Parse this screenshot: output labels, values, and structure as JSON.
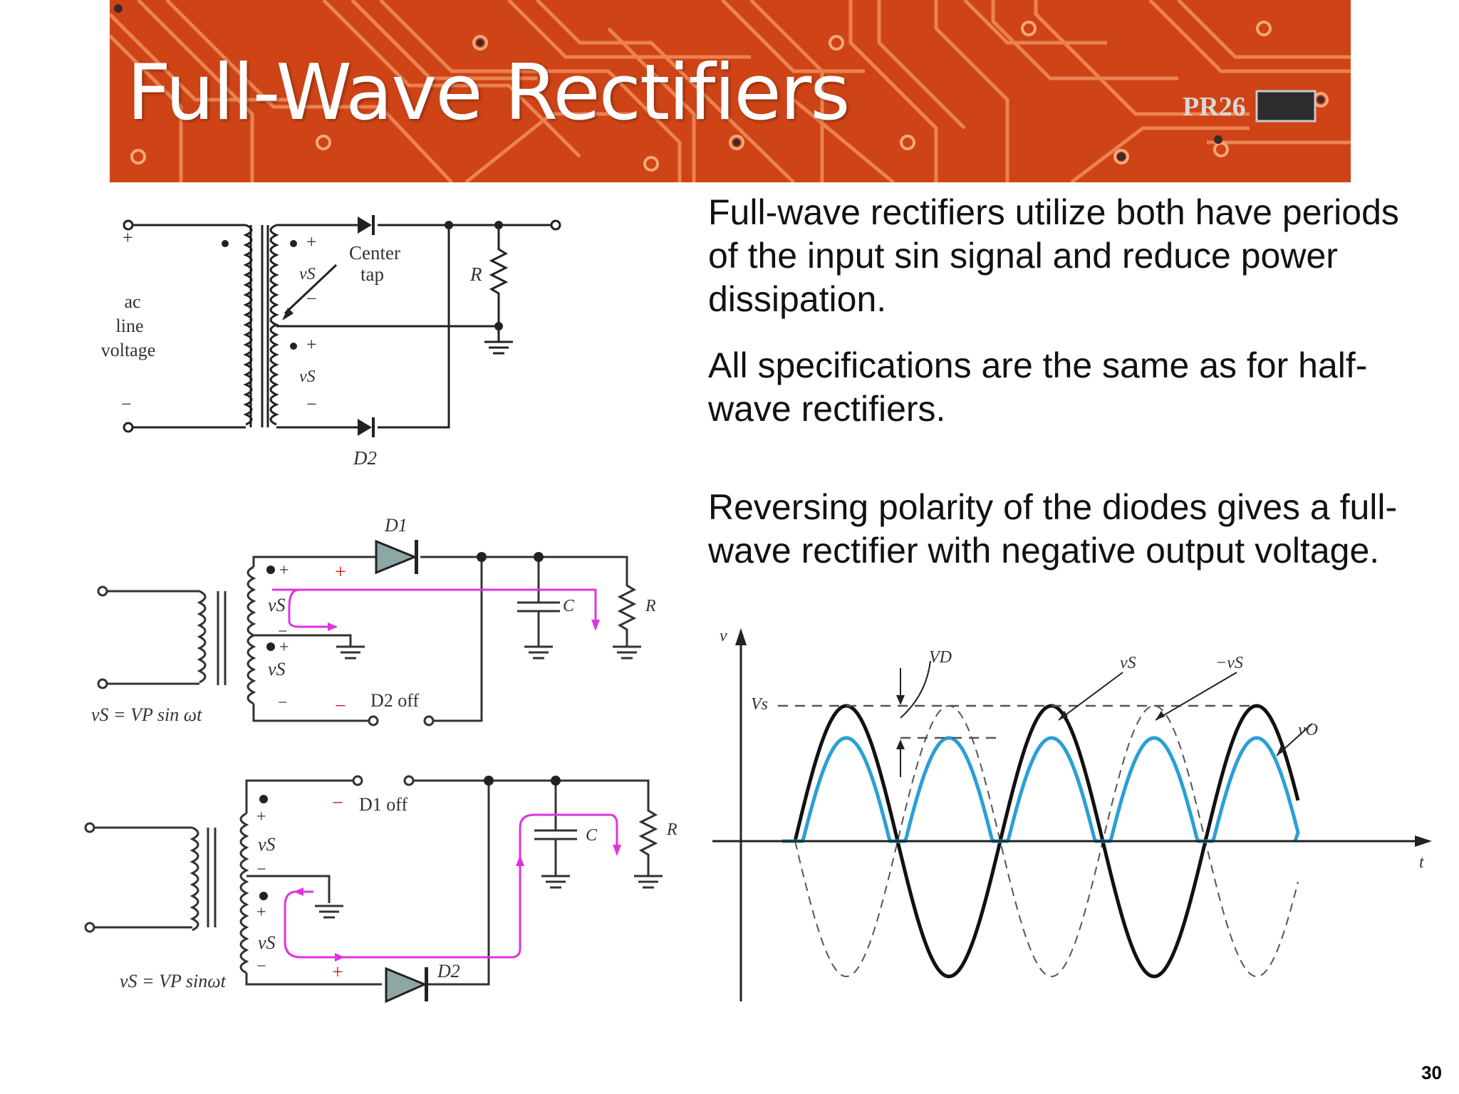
{
  "slide": {
    "title": "Full-Wave Rectifiers",
    "banner_label": "PR26",
    "paragraphs": [
      "Full-wave rectifiers utilize both have periods of the input sin signal and reduce power dissipation.",
      "All specifications are the same as for half-wave rectifiers.",
      "Reversing polarity of the diodes gives a full-wave rectifier with negative output voltage."
    ],
    "page_number": "30"
  },
  "figure_center_tap": {
    "input_label": [
      "ac",
      "line",
      "voltage"
    ],
    "plus": "+",
    "minus": "−",
    "vs": "vS",
    "center_tap": [
      "Center",
      "tap"
    ],
    "r": "R",
    "d2": "D2"
  },
  "figure_positive": {
    "d1": "D1",
    "d2_off": "D2 off",
    "c": "C",
    "r": "R",
    "vs": "vS",
    "source_eq": "vS = VP sin ωt"
  },
  "figure_negative": {
    "d1_off": "D1 off",
    "d2": "D2",
    "c": "C",
    "r": "R",
    "vs": "vS",
    "source_eq": "vS = VP sinωt"
  },
  "waveform": {
    "y_axis": "v",
    "x_axis": "t",
    "vs_level": "Vs",
    "vd": "VD",
    "vs_curve": "vS",
    "neg_vs_curve": "−vS",
    "vo_curve": "vO"
  },
  "colors": {
    "pcb": "#d2461a",
    "trace": "#f28a55",
    "current_path": "#e033e0",
    "output_wave": "#2a9fd6",
    "polarity_red": "#d01818"
  }
}
